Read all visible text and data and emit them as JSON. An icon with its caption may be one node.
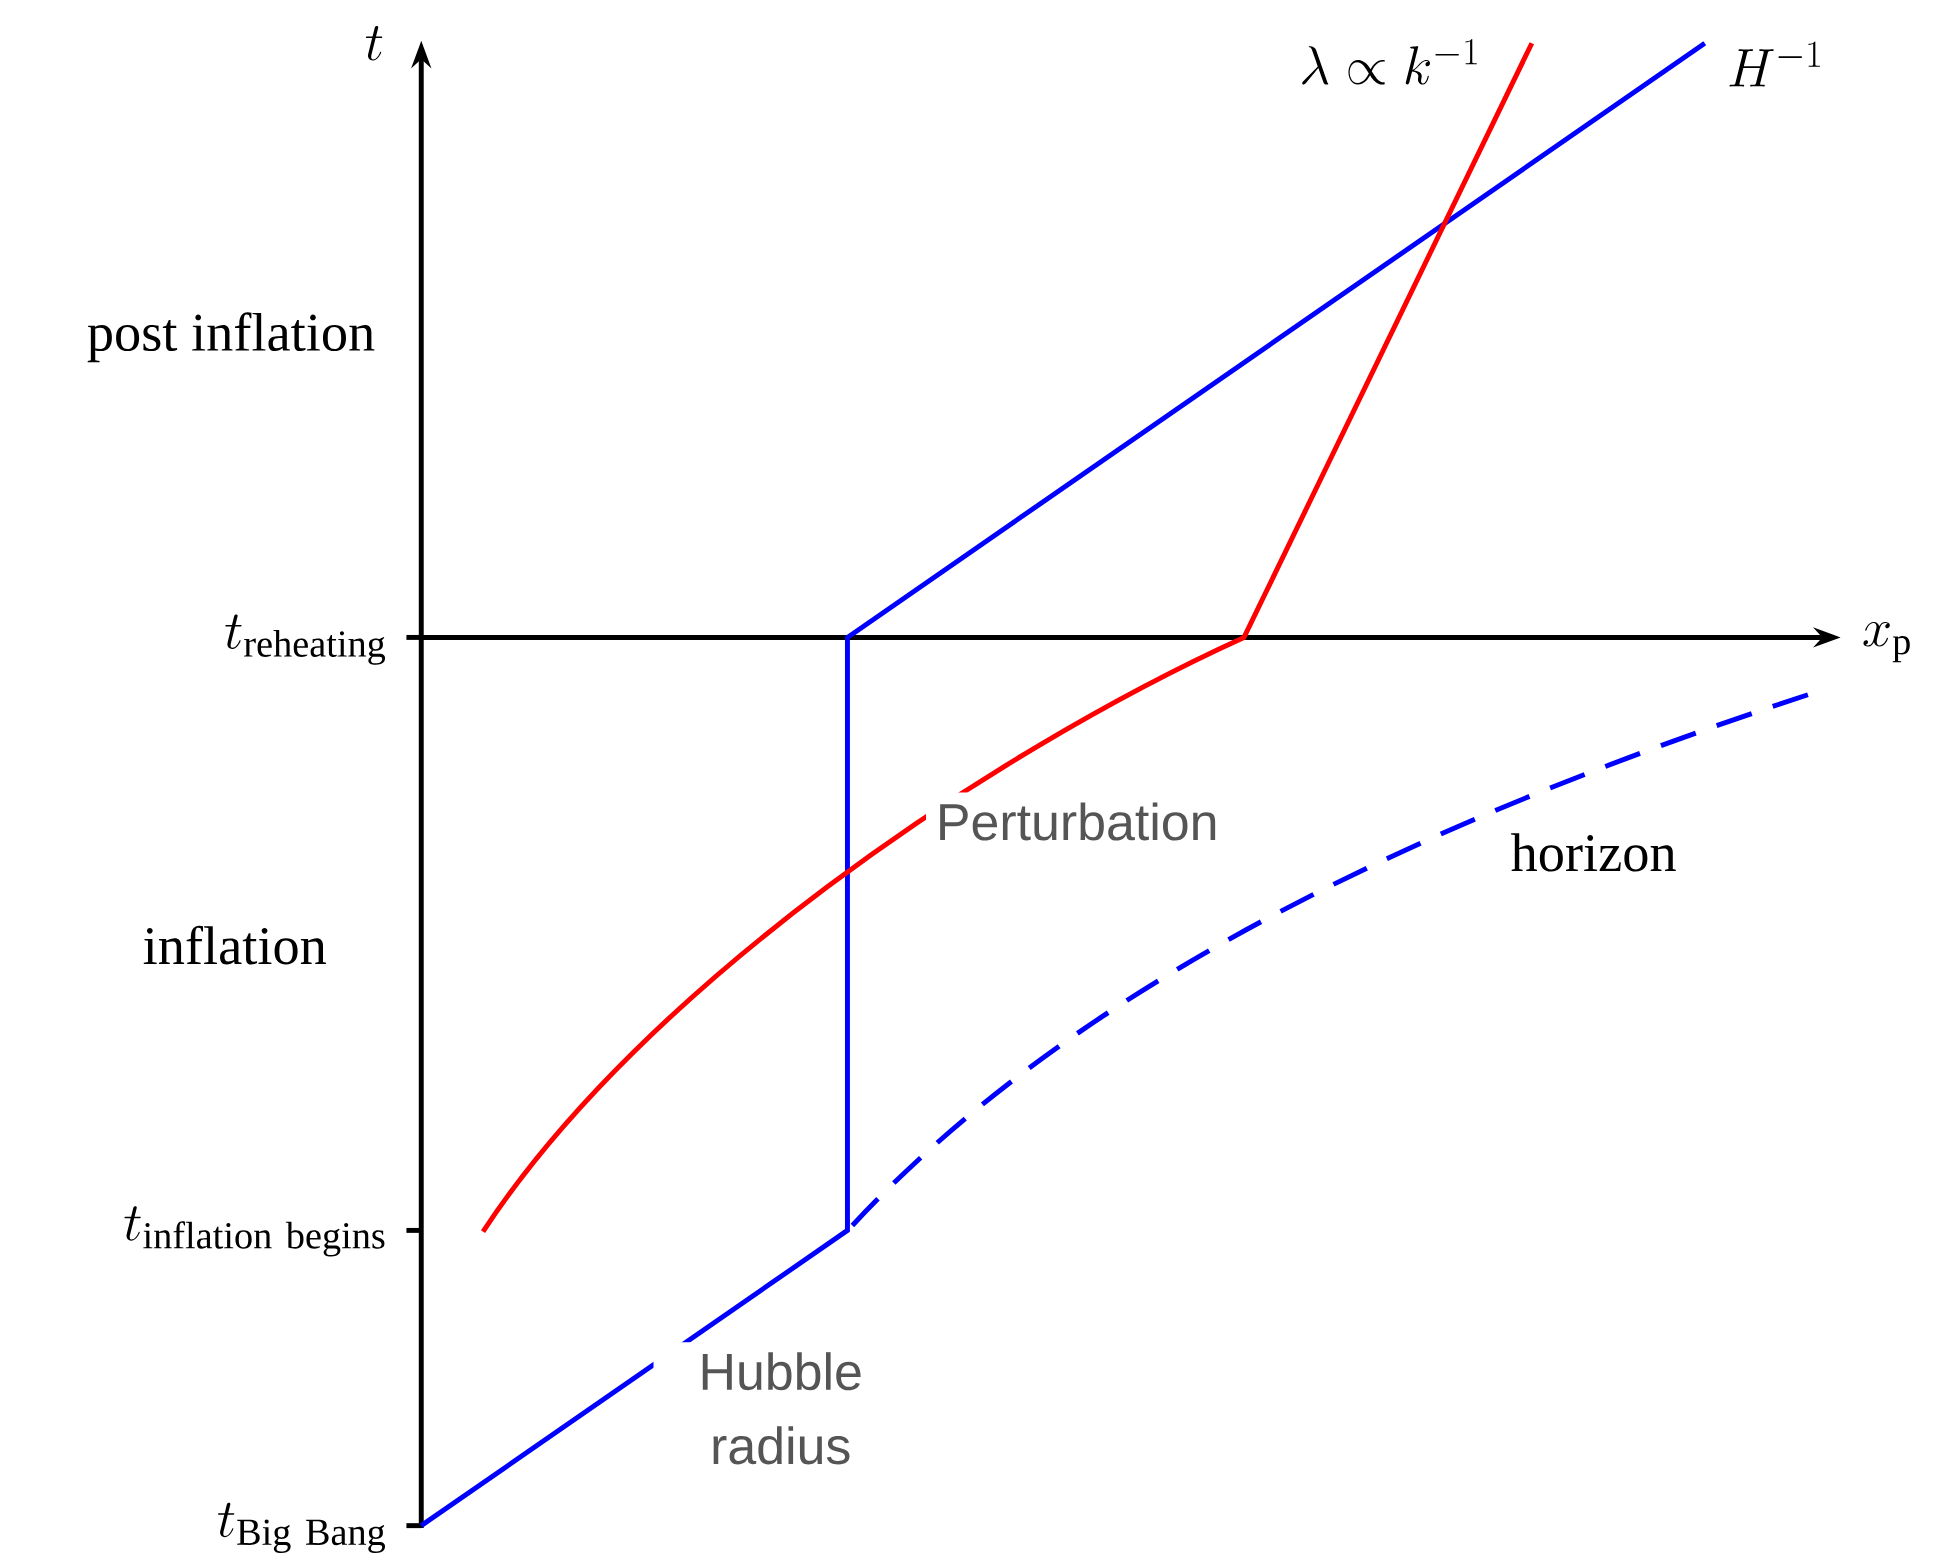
{
  "diagram": {
    "labels": [
      "t",
      "\\lambda \\propto k^{-1}",
      "H^{-1}",
      "post inflation",
      "t_{\\mathrm{reheating}}",
      "x_{\\mathrm{p}}",
      "Perturbation",
      "horizon",
      "inflation",
      "t_{\\mathrm{inflation\\ begins}}",
      "Hubble radius",
      "t_{\\mathrm{Big\\ Bang}}"
    ]
  }
}
